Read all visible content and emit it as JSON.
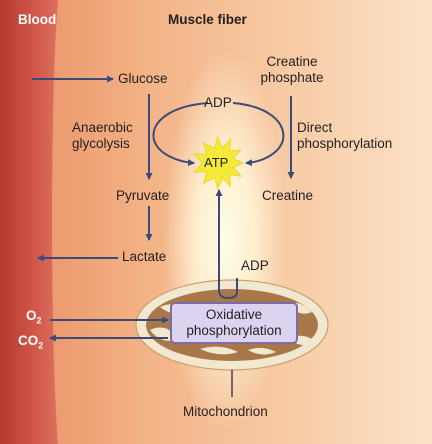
{
  "regions": {
    "blood": "Blood",
    "muscle_fiber": "Muscle fiber"
  },
  "molecules": {
    "glucose": "Glucose",
    "pyruvate": "Pyruvate",
    "lactate": "Lactate",
    "creatine_phosphate_line1": "Creatine",
    "creatine_phosphate_line2": "phosphate",
    "creatine": "Creatine",
    "adp_top": "ADP",
    "adp_bottom": "ADP",
    "atp": "ATP",
    "o2": "O",
    "o2_sub": "2",
    "co2": "CO",
    "co2_sub": "2"
  },
  "processes": {
    "anaerobic_line1": "Anaerobic",
    "anaerobic_line2": "glycolysis",
    "direct_line1": "Direct",
    "direct_line2": "phosphorylation",
    "oxidative_line1": "Oxidative",
    "oxidative_line2": "phosphorylation"
  },
  "organelle": {
    "mitochondrion": "Mitochondrion"
  },
  "colors": {
    "blood": "#c84a3a",
    "muscle": "#f0a070",
    "arrow": "#3b4a78",
    "starburst": "#f5ea3a",
    "mito_outer": "#f2e7cf",
    "mito_inner": "#a8784a",
    "ox_box": "#dcd3f0"
  }
}
